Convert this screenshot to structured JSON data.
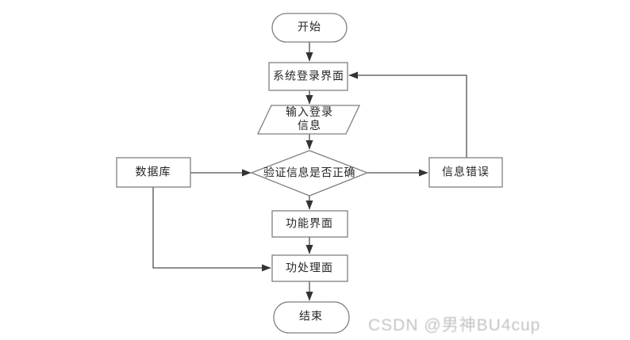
{
  "page": {
    "background": "#ffffff"
  },
  "colors": {
    "node_border": "#7f7f7f",
    "node_fill": "#ffffff",
    "connector": "#4d4d4d",
    "arrowhead": "#333333",
    "label_text": "#262626",
    "watermark_text": "#9e9e9e"
  },
  "flowchart": {
    "nodes": {
      "start": {
        "type": "terminator",
        "label": "开始"
      },
      "login": {
        "type": "process",
        "label": "系统登录界面"
      },
      "input": {
        "type": "input-output",
        "label_line1": "输入登录",
        "label_line2": "信息"
      },
      "verify": {
        "type": "decision",
        "label": "验证信息是否正确"
      },
      "database": {
        "type": "process",
        "label": "数据库"
      },
      "error": {
        "type": "process",
        "label": "信息错误"
      },
      "function": {
        "type": "process",
        "label": "功能界面"
      },
      "process": {
        "type": "process",
        "label": "功处理面"
      },
      "end": {
        "type": "terminator",
        "label": "结束"
      }
    },
    "edges": [
      {
        "from": "start",
        "to": "login"
      },
      {
        "from": "login",
        "to": "input"
      },
      {
        "from": "input",
        "to": "verify"
      },
      {
        "from": "verify",
        "to": "function"
      },
      {
        "from": "function",
        "to": "process"
      },
      {
        "from": "process",
        "to": "end"
      },
      {
        "from": "database",
        "to": "verify"
      },
      {
        "from": "verify",
        "to": "error"
      },
      {
        "from": "error",
        "to": "login"
      },
      {
        "from": "database",
        "to": "process"
      }
    ]
  },
  "watermark": {
    "text": "CSDN @男神BU4cup"
  }
}
